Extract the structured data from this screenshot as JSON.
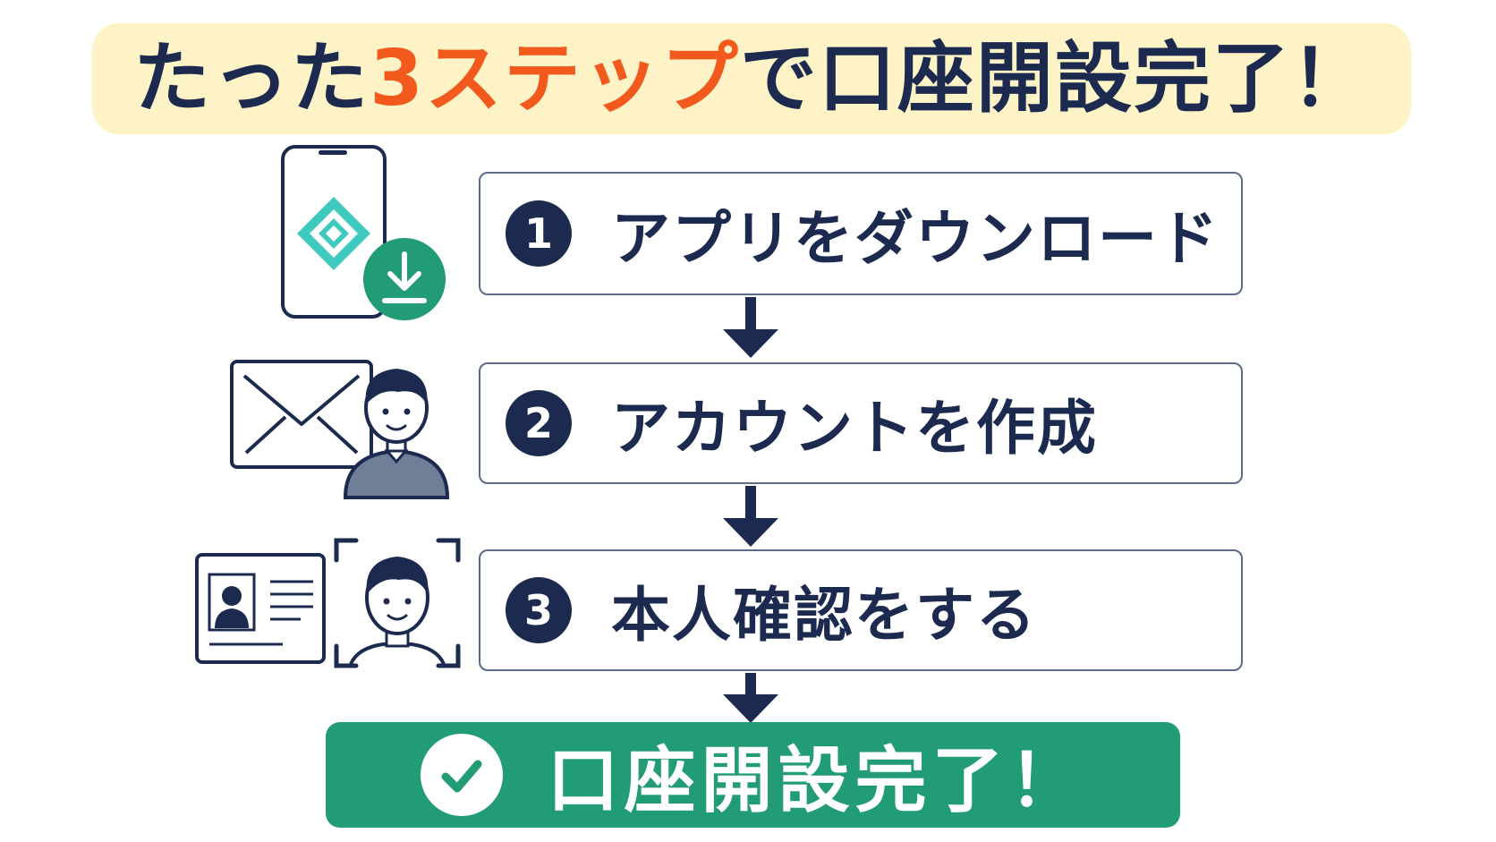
{
  "title": {
    "before": "たった",
    "highlight": "3ステップ",
    "after": "で口座開設完了！"
  },
  "steps": [
    {
      "number": "1",
      "label": "アプリをダウンロード",
      "illustration": "phone-download-icon"
    },
    {
      "number": "2",
      "label": "アカウントを作成",
      "illustration": "mail-person-icon"
    },
    {
      "number": "3",
      "label": "本人確認をする",
      "illustration": "id-card-face-scan-icon"
    }
  ],
  "completion": {
    "label": "口座開設完了！",
    "icon": "check-circle-icon"
  },
  "colors": {
    "navy": "#1b2a4e",
    "accent_orange": "#f25a1d",
    "banner_bg": "#fdf3c6",
    "success_green": "#229b77",
    "app_teal": "#3fc9bf"
  }
}
